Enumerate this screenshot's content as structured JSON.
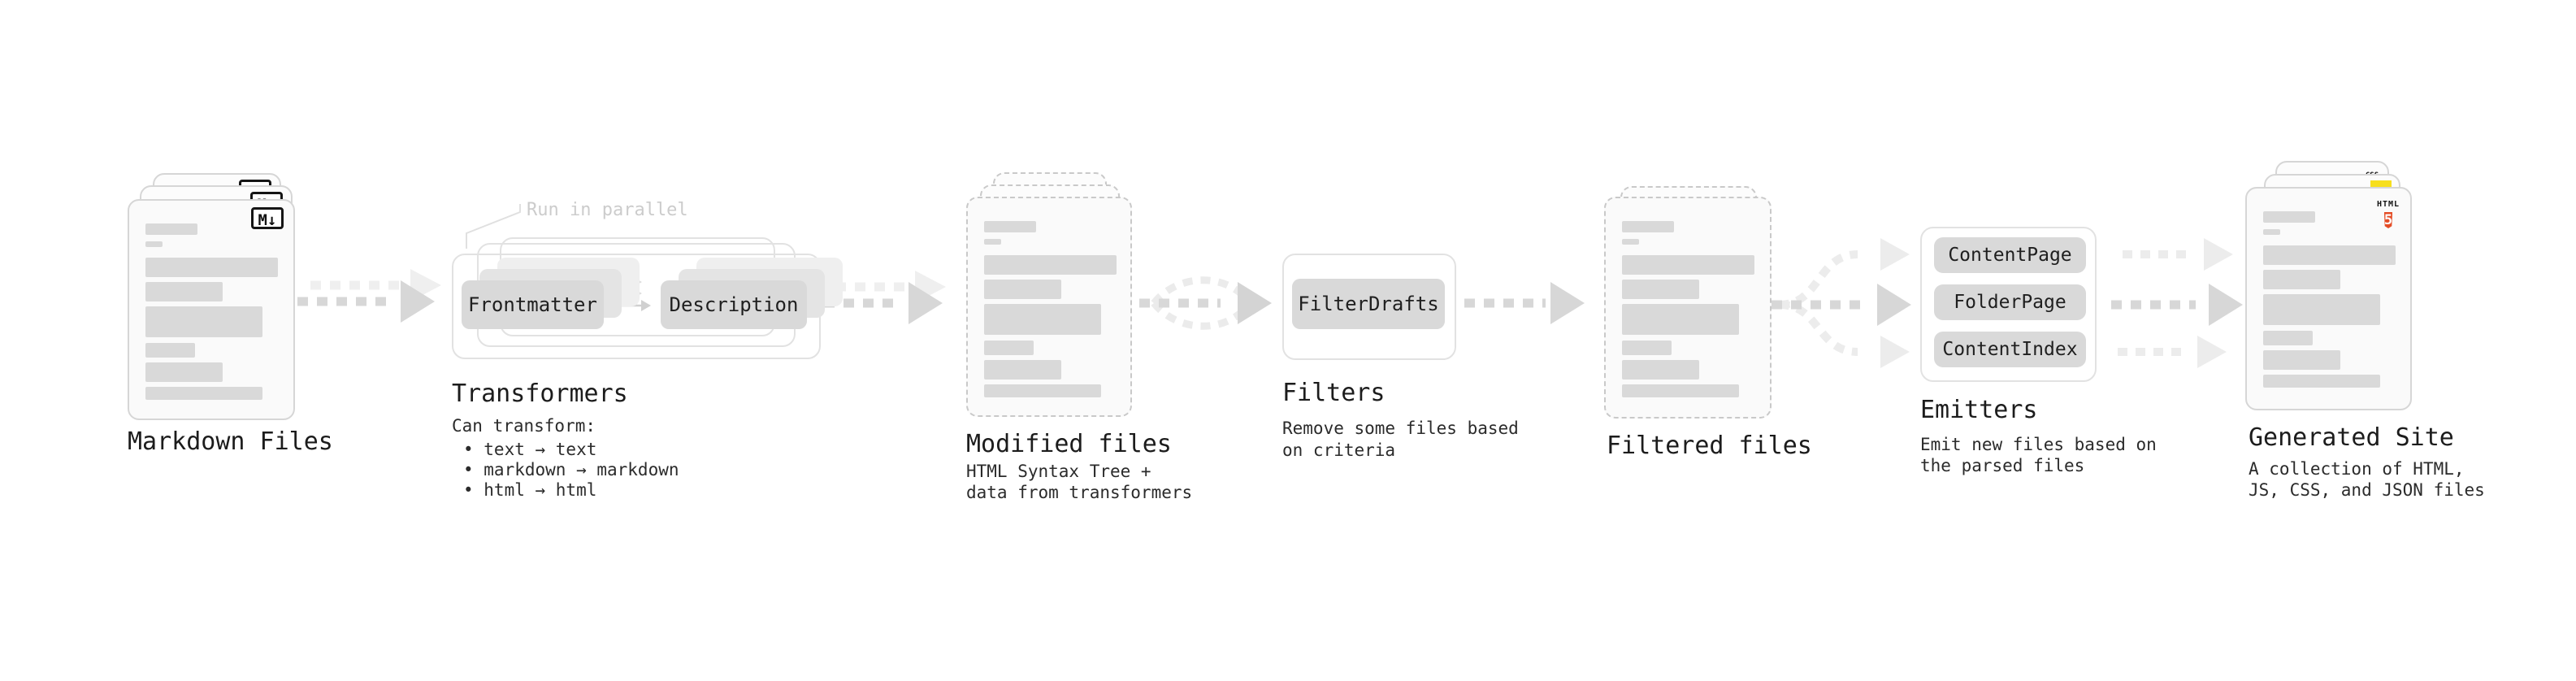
{
  "stages": {
    "markdown_files": {
      "label": "Markdown Files",
      "badge": "M↓"
    },
    "transformers": {
      "callout": "Run in parallel",
      "pill_left": "Frontmatter",
      "pill_right": "Description",
      "heading": "Transformers",
      "note": "Can transform:",
      "bullets": [
        "• text → text",
        "• markdown → markdown",
        "• html → html"
      ]
    },
    "modified_files": {
      "label": "Modified files",
      "lines": [
        "HTML Syntax Tree +",
        "data from transformers"
      ]
    },
    "filters": {
      "pill": "FilterDrafts",
      "heading": "Filters",
      "lines": [
        "Remove some files based",
        "on criteria"
      ]
    },
    "filtered_files": {
      "label": "Filtered files"
    },
    "emitters": {
      "pills": [
        "ContentPage",
        "FolderPage",
        "ContentIndex"
      ],
      "heading": "Emitters",
      "lines": [
        "Emit new files based on",
        "the parsed files"
      ]
    },
    "generated_site": {
      "label": "Generated Site",
      "lines": [
        "A collection of HTML,",
        "JS, CSS, and JSON files"
      ],
      "html5_word": "HTML",
      "html5_number": "5",
      "css_label": "CSS"
    }
  },
  "colors": {
    "skeleton_gray": "#d9d9d9",
    "arrow_gray": "#d7d7d7",
    "html5_orange": "#e44d26",
    "js_yellow": "#f7df1e",
    "css_blue": "#2760e6"
  }
}
